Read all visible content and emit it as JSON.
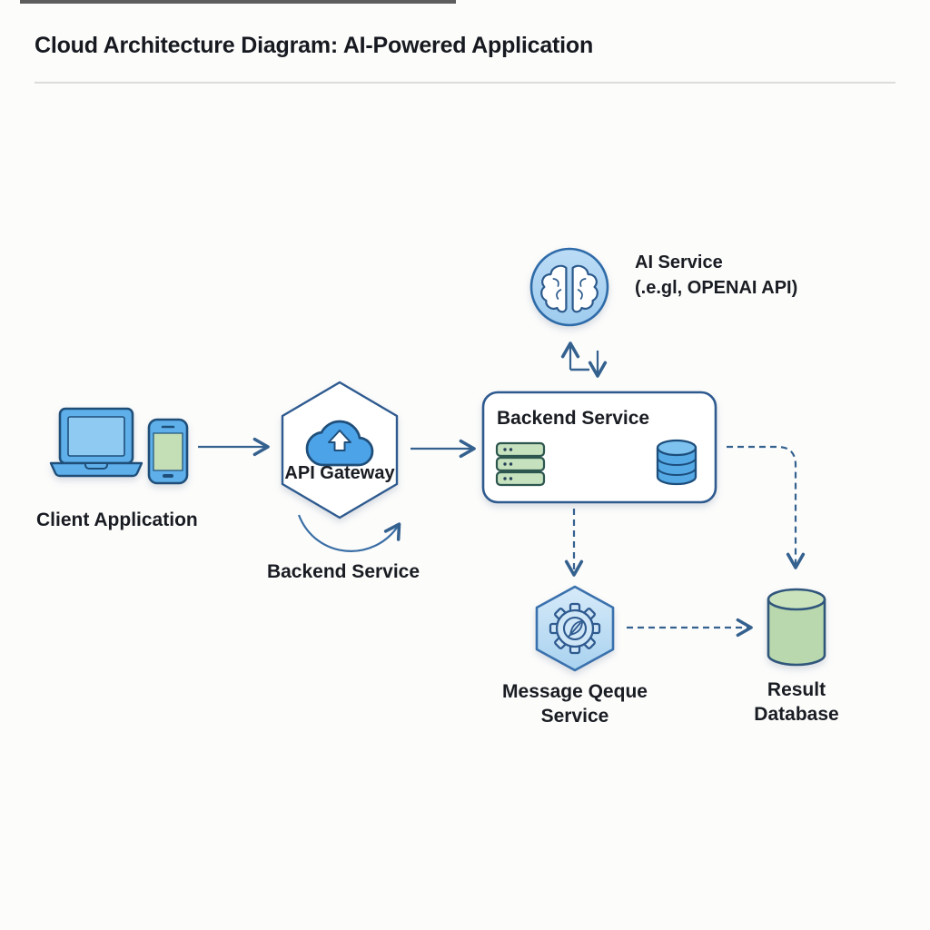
{
  "header": {
    "title": "Cloud Architecture Diagram: AI-Powered Application"
  },
  "nodes": {
    "client": {
      "label": "Client Application"
    },
    "api_gateway": {
      "label": "API Gateway",
      "flow_label": "Backend Service"
    },
    "backend": {
      "title": "Backend Service"
    },
    "ai_service": {
      "title": "AI Service",
      "subtitle": "(.e.gl, OPENAI API)"
    },
    "message_queue": {
      "line1": "Message Qeque",
      "line2": "Service"
    },
    "result_db": {
      "line1": "Result",
      "line2": "Database"
    }
  },
  "icons": {
    "laptop": "laptop-icon",
    "smartphone": "smartphone-icon",
    "cloud_upload": "cloud-upload-icon",
    "server_stack": "server-stack-icon",
    "blue_database": "database-cylinder-icon",
    "brain": "brain-icon",
    "gear_leaf": "gear-icon",
    "green_database": "result-database-cylinder-icon"
  },
  "colors": {
    "background": "#fcfcfb",
    "title_text": "#16191f",
    "label_text": "#191c22",
    "outline_blue": "#1f4e79",
    "shape_border": "#2e5a8f",
    "arrow": "#35618f",
    "mid_blue": "#5fb0ea",
    "light_blue_fill": "#abd3f2",
    "pale_blue_fill": "#c9e2f6",
    "green_fill": "#c5e1bd",
    "green_cylinder": "#b9d8ae",
    "divider_gray": "#dcdcda"
  }
}
